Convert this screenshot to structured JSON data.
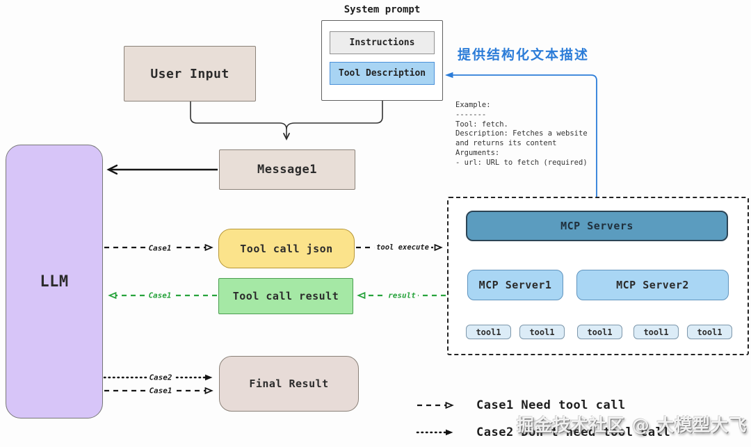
{
  "system_prompt": {
    "title": "System prompt",
    "items": [
      {
        "label": "Instructions"
      },
      {
        "label": "Tool Description"
      }
    ]
  },
  "nodes": {
    "user_input": "User Input",
    "llm": "LLM",
    "message1": "Message1",
    "tool_call_json": "Tool call json",
    "tool_call_result": "Tool call result",
    "final_result": "Final Result"
  },
  "annotations": {
    "structured_text_cn": "提供结构化文本描述",
    "example_text": "Example:\n-------\nTool: fetch.\nDescription: Fetches a website\nand returns its content\nArguments:\n- url: URL to fetch (required)"
  },
  "edge_labels": {
    "case1_top": "Case1",
    "tool_execute": "tool execute",
    "result": "result",
    "case1_green": "Case1",
    "case2_bottom": "Case2",
    "case1_bottom": "Case1"
  },
  "mcp": {
    "servers_title": "MCP Servers",
    "server1": "MCP Server1",
    "server2": "MCP Server2",
    "server1_tools": [
      "tool1",
      "tool1"
    ],
    "server2_tools": [
      "tool1",
      "tool1",
      "tool1"
    ]
  },
  "legend": {
    "case1": "Case1 Need tool call",
    "case2": "Case2 Don't need tool call"
  },
  "watermark": "掘金技术社区 @ 大模型大飞",
  "colors": {
    "llm_fill": "#d7c5f8",
    "message_fill": "#e8ded7",
    "tool_call_json_fill": "#fbe38b",
    "tool_call_result_fill": "#a5e8a5",
    "mcp_servers_fill": "#5b9cbf",
    "mcp_server_fill": "#a9d6f4",
    "tool_fill": "#dcecf7",
    "tool_description_fill": "#a8d4f3",
    "instructions_fill": "#ededed",
    "blue_accent": "#2b7cd8",
    "green_accent": "#27a33c"
  }
}
